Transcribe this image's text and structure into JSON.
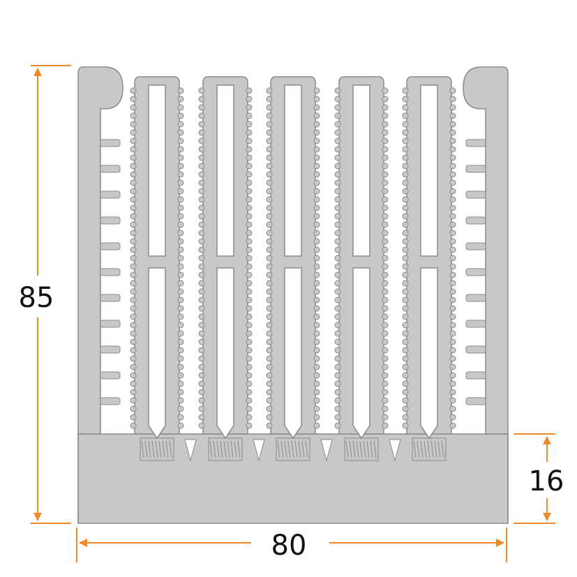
{
  "dimensions": {
    "height_label": "85",
    "width_label": "80",
    "base_label": "16"
  },
  "colors": {
    "profile_fill": "#c8c8c8",
    "profile_stroke": "#8a8a8a",
    "cavity_fill": "#ffffff",
    "dimension_line": "#f08a24",
    "label_text": "#111111"
  }
}
